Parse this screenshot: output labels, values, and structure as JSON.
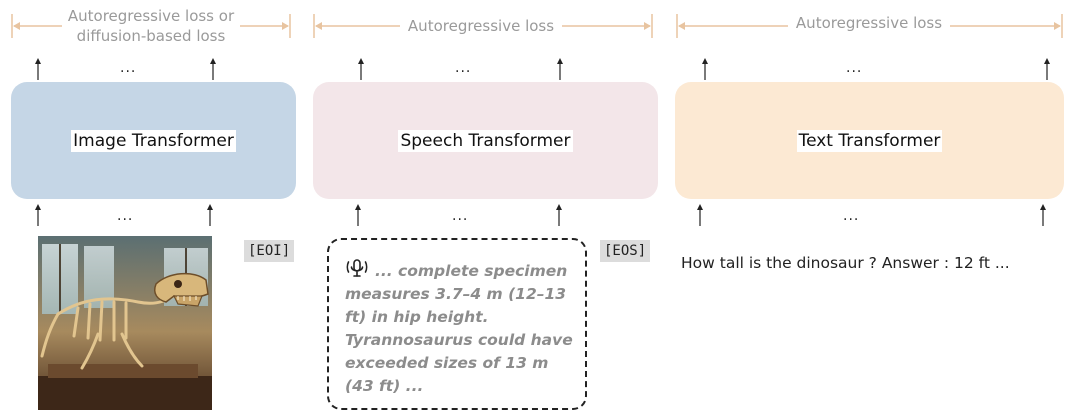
{
  "image_branch": {
    "loss_label_line1": "Autoregressive loss or",
    "loss_label_line2": "diffusion-based loss",
    "transformer_label": "Image Transformer",
    "top_dots": "...",
    "bottom_dots": "...",
    "end_tag": "[EOI]",
    "color": "#c5d6e6"
  },
  "speech_branch": {
    "loss_label": "Autoregressive loss",
    "transformer_label": "Speech Transformer",
    "top_dots": "...",
    "bottom_dots": "...",
    "end_tag": "[EOS]",
    "transcript": "... complete specimen measures 3.7–4 m (12–13 ft) in hip height. Tyrannosaurus could have exceeded sizes of 13 m (43 ft) ...",
    "icon": "microphone-icon",
    "color": "#f3e6e9"
  },
  "text_branch": {
    "loss_label": "Autoregressive loss",
    "transformer_label": "Text Transformer",
    "top_dots": "...",
    "bottom_dots": "...",
    "input_sequence": "How tall  is  the dinosaur  ?  Answer  :  12 ft  ...",
    "color": "#fce9d3"
  },
  "bracket_color": "#e8c4a0"
}
